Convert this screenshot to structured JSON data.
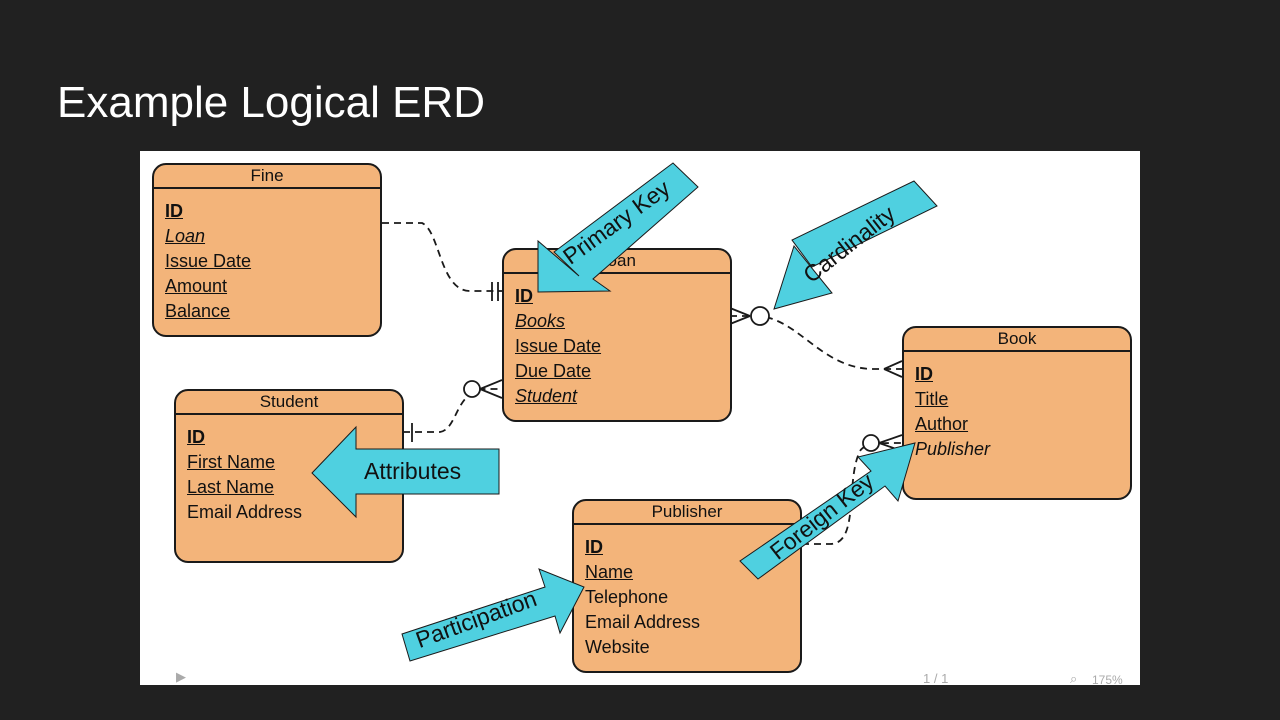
{
  "slide": {
    "title": "Example Logical ERD"
  },
  "entities": {
    "fine": {
      "name": "Fine",
      "attributes": [
        {
          "text": "ID",
          "style": "pk"
        },
        {
          "text": "Loan",
          "style": "fk-u"
        },
        {
          "text": "Issue Date",
          "style": "u"
        },
        {
          "text": "Amount",
          "style": "u"
        },
        {
          "text": "Balance",
          "style": "u"
        }
      ]
    },
    "loan": {
      "name": "Loan",
      "attributes": [
        {
          "text": "ID",
          "style": "pk"
        },
        {
          "text": "Books",
          "style": "fk-u"
        },
        {
          "text": "Issue Date",
          "style": "u"
        },
        {
          "text": "Due Date",
          "style": "u"
        },
        {
          "text": "Student",
          "style": "fk-u"
        }
      ]
    },
    "student": {
      "name": "Student",
      "attributes": [
        {
          "text": "ID",
          "style": "pk"
        },
        {
          "text": "First Name",
          "style": "u"
        },
        {
          "text": "Last Name",
          "style": "u"
        },
        {
          "text": "Email Address",
          "style": "plain"
        }
      ]
    },
    "book": {
      "name": "Book",
      "attributes": [
        {
          "text": "ID",
          "style": "pk"
        },
        {
          "text": "Title",
          "style": "u"
        },
        {
          "text": "Author",
          "style": "u"
        },
        {
          "text": "Publisher",
          "style": "fk"
        }
      ]
    },
    "publisher": {
      "name": "Publisher",
      "attributes": [
        {
          "text": "ID",
          "style": "pk"
        },
        {
          "text": "Name",
          "style": "u"
        },
        {
          "text": "Telephone",
          "style": "plain"
        },
        {
          "text": "Email Address",
          "style": "plain"
        },
        {
          "text": "Website",
          "style": "plain"
        }
      ]
    }
  },
  "callouts": {
    "primary_key": "Primary Key",
    "cardinality": "Cardinality",
    "attributes": "Attributes",
    "foreign_key": "Foreign Key",
    "participation": "Participation"
  },
  "viewer": {
    "page_indicator": "1 / 1",
    "zoom": "175%"
  },
  "colors": {
    "background": "#212121",
    "entity_fill": "#f3b47a",
    "callout_fill": "#4fd0e0",
    "canvas": "#ffffff"
  }
}
